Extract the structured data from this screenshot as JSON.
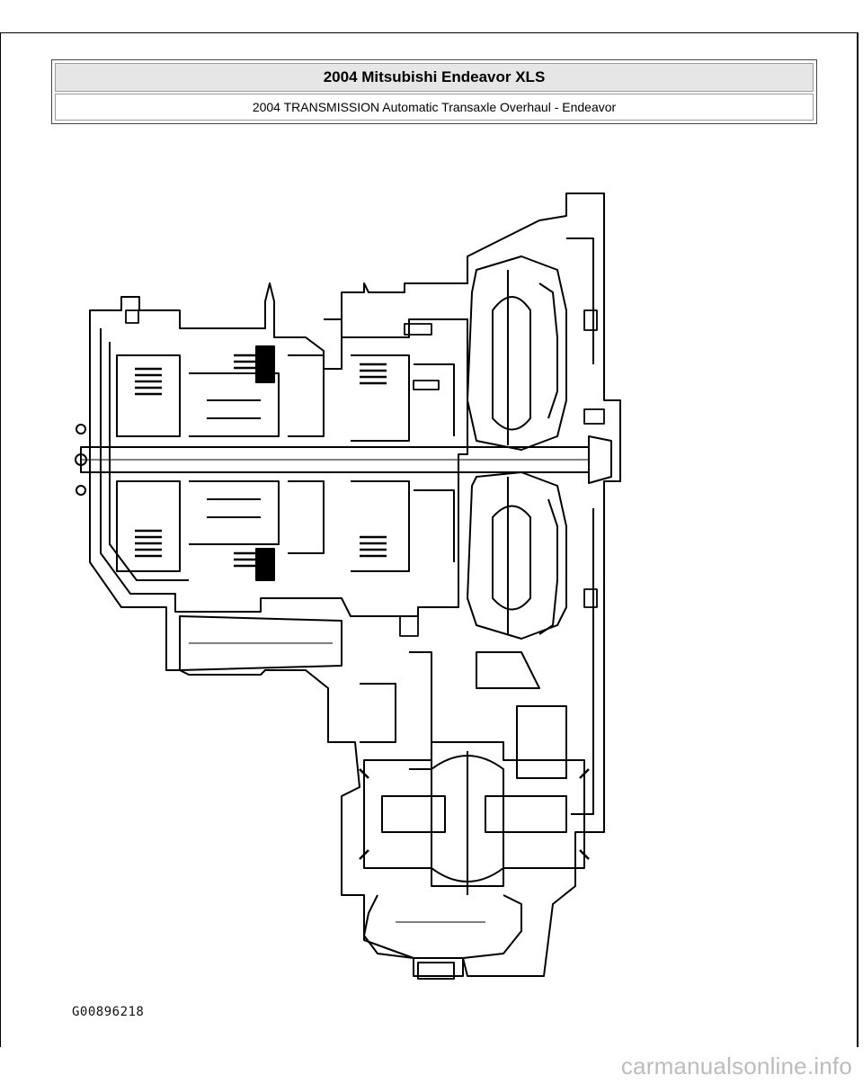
{
  "header": {
    "title": "2004 Mitsubishi Endeavor XLS",
    "subtitle": "2004 TRANSMISSION Automatic Transaxle Overhaul - Endeavor"
  },
  "figure": {
    "code": "G00896218"
  },
  "footer": {
    "watermark": "carmanualsonline.info"
  },
  "colors": {
    "line": "#000000",
    "background": "#ffffff",
    "header_fill": "#e6e6e6",
    "watermark": "#bcbcbc"
  }
}
